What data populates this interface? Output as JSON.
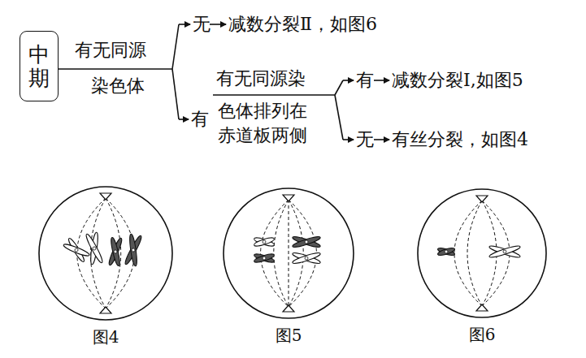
{
  "diagram": {
    "nodes": [
      {
        "text": [
          "中期"
        ]
      },
      {
        "text": [
          "图4"
        ]
      },
      {
        "text": [
          "图5"
        ]
      },
      {
        "text": [
          "图6"
        ]
      }
    ],
    "labels": [
      "有无同源",
      "染色体",
      "无",
      "减数分裂Ⅱ，如图6",
      "有",
      "有无同源染",
      "色体排列在 赤道板两侧",
      "有",
      "减数分裂Ⅰ,如图5",
      "无",
      "有丝分裂，如图4"
    ]
  }
}
